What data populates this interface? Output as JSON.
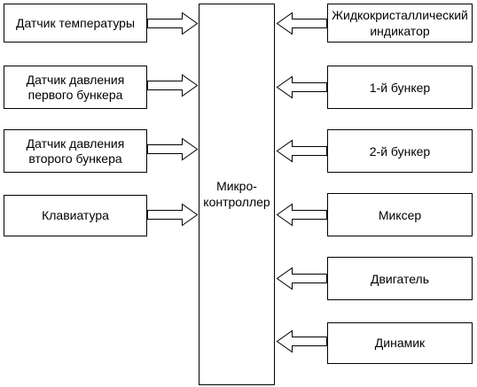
{
  "inputs": [
    {
      "lines": [
        "Датчик температуры"
      ]
    },
    {
      "lines": [
        "Датчик давления",
        "первого бункера"
      ]
    },
    {
      "lines": [
        "Датчик давления",
        "второго бункера"
      ]
    },
    {
      "lines": [
        "Клавиатура"
      ]
    }
  ],
  "microcontroller": {
    "lines": [
      "Микро-",
      "контроллер"
    ]
  },
  "outputs": [
    {
      "lines": [
        "Жидкокристаллический",
        "индикатор"
      ]
    },
    {
      "lines": [
        "1-й бункер"
      ]
    },
    {
      "lines": [
        "2-й бункер"
      ]
    },
    {
      "lines": [
        "Миксер"
      ]
    },
    {
      "lines": [
        "Двигатель"
      ]
    },
    {
      "lines": [
        "Динамик"
      ]
    }
  ]
}
